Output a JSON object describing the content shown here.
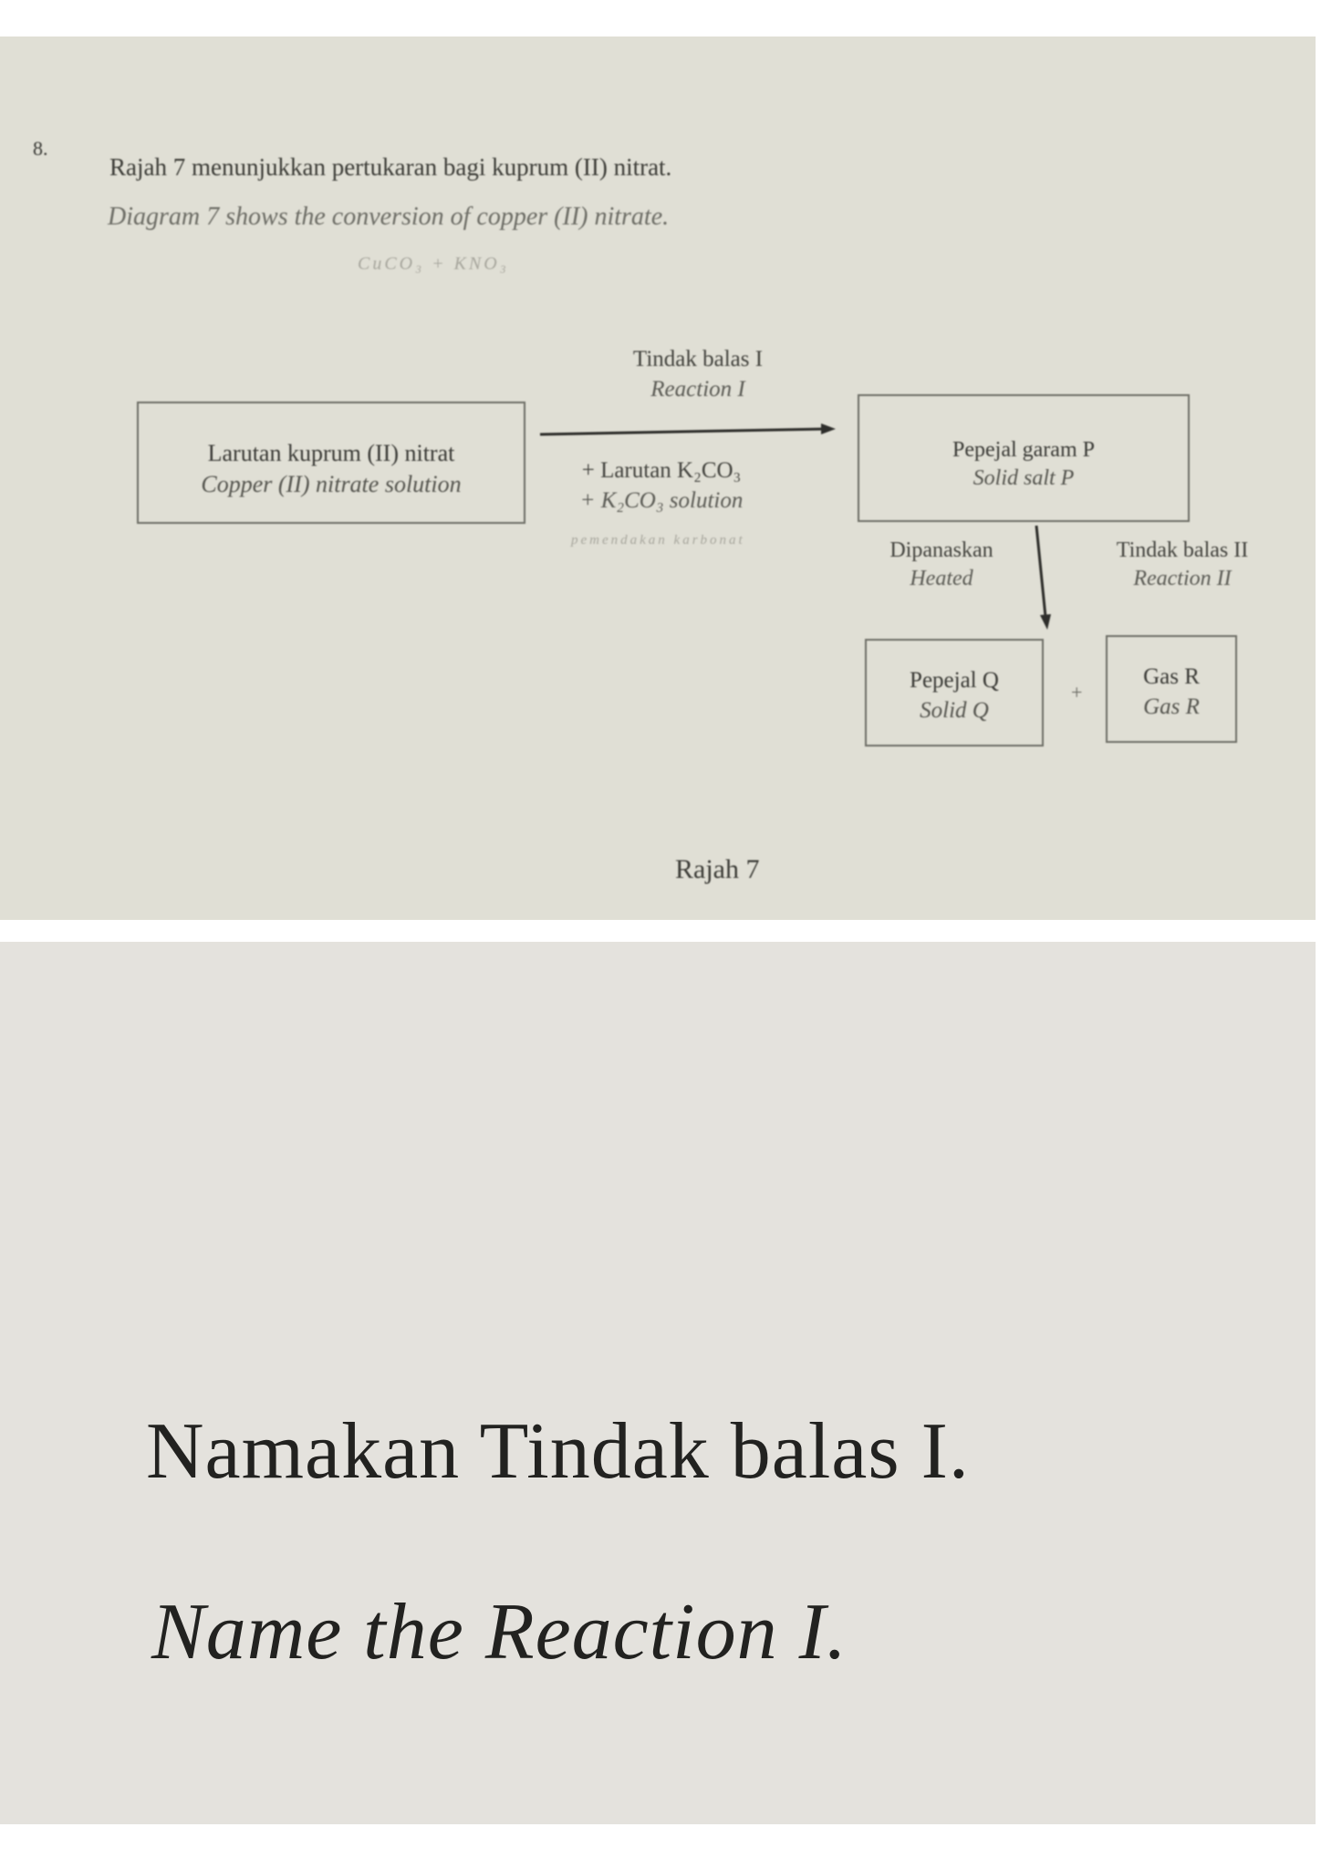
{
  "question": {
    "number": "8.",
    "text_ms": "Rajah 7 menunjukkan pertukaran bagi kuprum (II) nitrat.",
    "text_en": "Diagram 7 shows the conversion of copper (II) nitrate.",
    "pencil_note_1": "CuCO₃ + KNO₃",
    "pencil_note_2": "pemendakan   karbonat"
  },
  "diagram": {
    "start_box": {
      "ms": "Larutan kuprum (II) nitrat",
      "en": "Copper (II) nitrate solution"
    },
    "reaction_1": {
      "ms": "Tindak balas I",
      "en": "Reaction I"
    },
    "reagent": {
      "ms": "+ Larutan K₂CO₃",
      "en": "+ K₂CO₃ solution"
    },
    "salt_box": {
      "ms": "Pepejal garam P",
      "en": "Solid salt P"
    },
    "heated": {
      "ms": "Dipanaskan",
      "en": "Heated"
    },
    "reaction_2": {
      "ms": "Tindak balas II",
      "en": "Reaction II"
    },
    "solid_box": {
      "ms": "Pepejal Q",
      "en": "Solid Q"
    },
    "plus": "+",
    "gas_box": {
      "ms": "Gas R",
      "en": "Gas R"
    },
    "caption": "Rajah 7"
  },
  "prompt": {
    "ms": "Namakan Tindak balas I.",
    "en": "Name the Reaction I."
  }
}
